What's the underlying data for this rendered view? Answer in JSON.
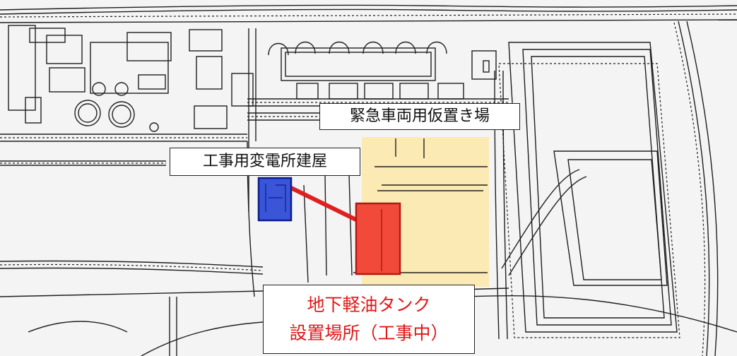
{
  "labels": {
    "parking": "緊急車両用仮置き場",
    "substation": "工事用変電所建屋",
    "tank_line1": "地下軽油タンク",
    "tank_line2": "設置場所（工事中）"
  },
  "colors": {
    "background": "#f4f4f4",
    "linework": "#1f1f1f",
    "parking_area": "#fde7a8",
    "substation": "#3a55d8",
    "substation_border": "#0a1e8c",
    "tank_area": "#f24a3a",
    "tank_border": "#b21810",
    "connector": "#e02020",
    "tank_label_text": "#e01818"
  }
}
